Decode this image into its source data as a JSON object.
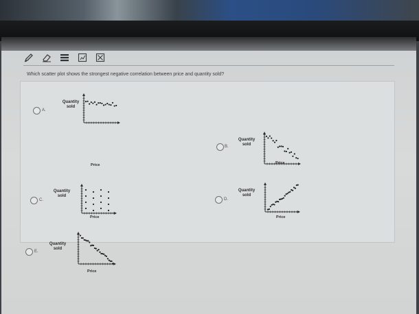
{
  "toolbar": {
    "icons": [
      "pencil-icon",
      "eraser-icon",
      "list-icon",
      "graph-icon",
      "clear-icon"
    ]
  },
  "question": "Which scatter plot shows the strongest negative correlation between price and quantity sold?",
  "options": [
    {
      "letter": "A.",
      "ylabel_1": "Quantity",
      "ylabel_2": "sold",
      "xlabel": "Price",
      "pattern": "weak negative, flat band"
    },
    {
      "letter": "B.",
      "ylabel_1": "Quantity",
      "ylabel_2": "sold",
      "xlabel": "Price",
      "pattern": "moderate negative"
    },
    {
      "letter": "C.",
      "ylabel_1": "Quantity",
      "ylabel_2": "sold",
      "xlabel": "Price",
      "pattern": "no correlation, grid"
    },
    {
      "letter": "D.",
      "ylabel_1": "Quantity",
      "ylabel_2": "sold",
      "xlabel": "Price",
      "pattern": "strong positive"
    },
    {
      "letter": "E.",
      "ylabel_1": "Quantity",
      "ylabel_2": "sold",
      "xlabel": "Price",
      "pattern": "strong negative"
    }
  ],
  "colors": {
    "dot": "#1d1f21",
    "axis": "#2a2c2e"
  }
}
